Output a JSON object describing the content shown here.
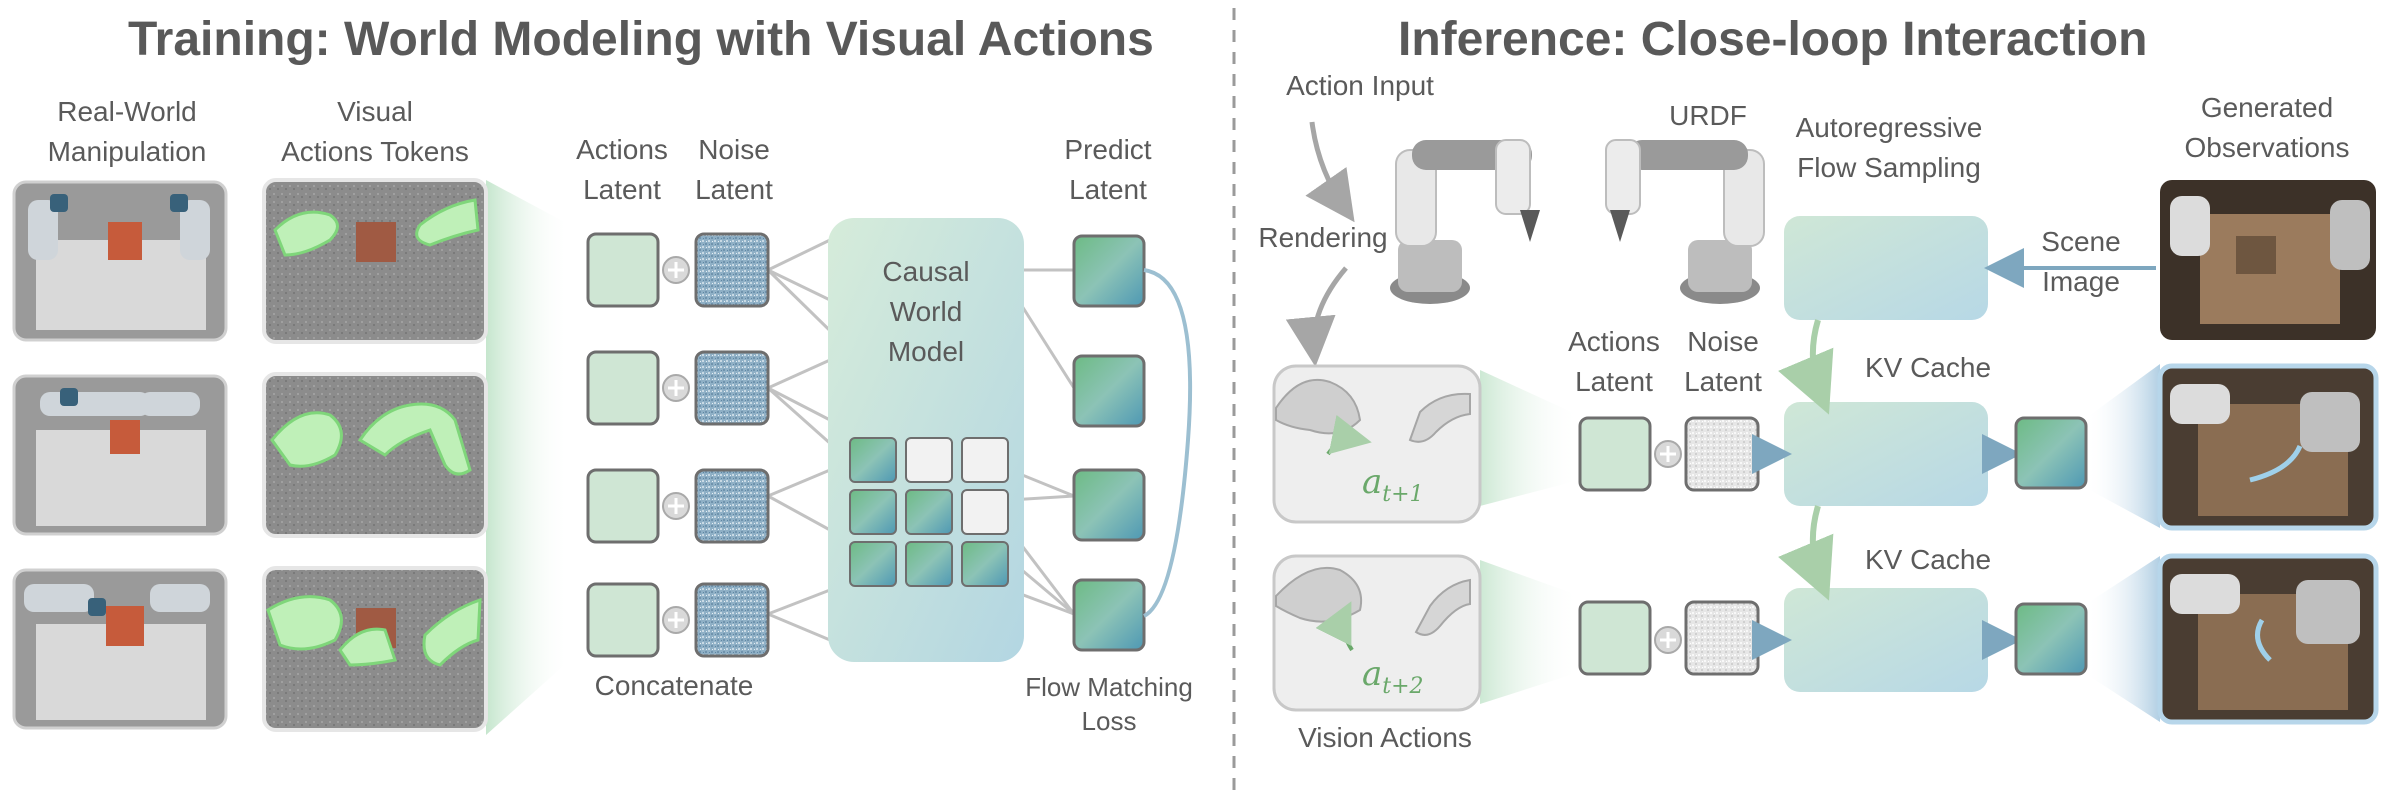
{
  "left": {
    "title": "Training: World Modeling with Visual Actions",
    "col_real": [
      "Real-World",
      "Manipulation"
    ],
    "col_tokens": [
      "Visual",
      "Actions Tokens"
    ],
    "actions_latent": [
      "Actions",
      "Latent"
    ],
    "noise_latent": [
      "Noise",
      "Latent"
    ],
    "predict_latent": [
      "Predict",
      "Latent"
    ],
    "model": [
      "Causal",
      "World",
      "Model"
    ],
    "concatenate": "Concatenate",
    "loss": [
      "Flow Matching",
      "Loss"
    ]
  },
  "right": {
    "title": "Inference: Close-loop Interaction",
    "action_input": "Action Input",
    "urdf": "URDF",
    "rendering": "Rendering",
    "sampling": [
      "Autoregressive",
      "Flow Sampling"
    ],
    "generated": [
      "Generated",
      "Observations"
    ],
    "scene": [
      "Scene",
      "Image"
    ],
    "actions_latent": [
      "Actions",
      "Latent"
    ],
    "noise_latent": [
      "Noise",
      "Latent"
    ],
    "kv_cache_1": "KV Cache",
    "kv_cache_2": "KV Cache",
    "vision_actions": "Vision Actions",
    "a1_base": "a",
    "a1_sub": "t+1",
    "a2_base": "a",
    "a2_sub": "t+2"
  },
  "colors": {
    "title": "#595959",
    "latent_green": "#cfe6d4",
    "noise_blue": "#8fb2c8",
    "gradient_a": "#7bbf8c",
    "gradient_b": "#4d9fb5",
    "arrow_blue": "#7ea7bf",
    "divider": "#9a9a9a"
  }
}
